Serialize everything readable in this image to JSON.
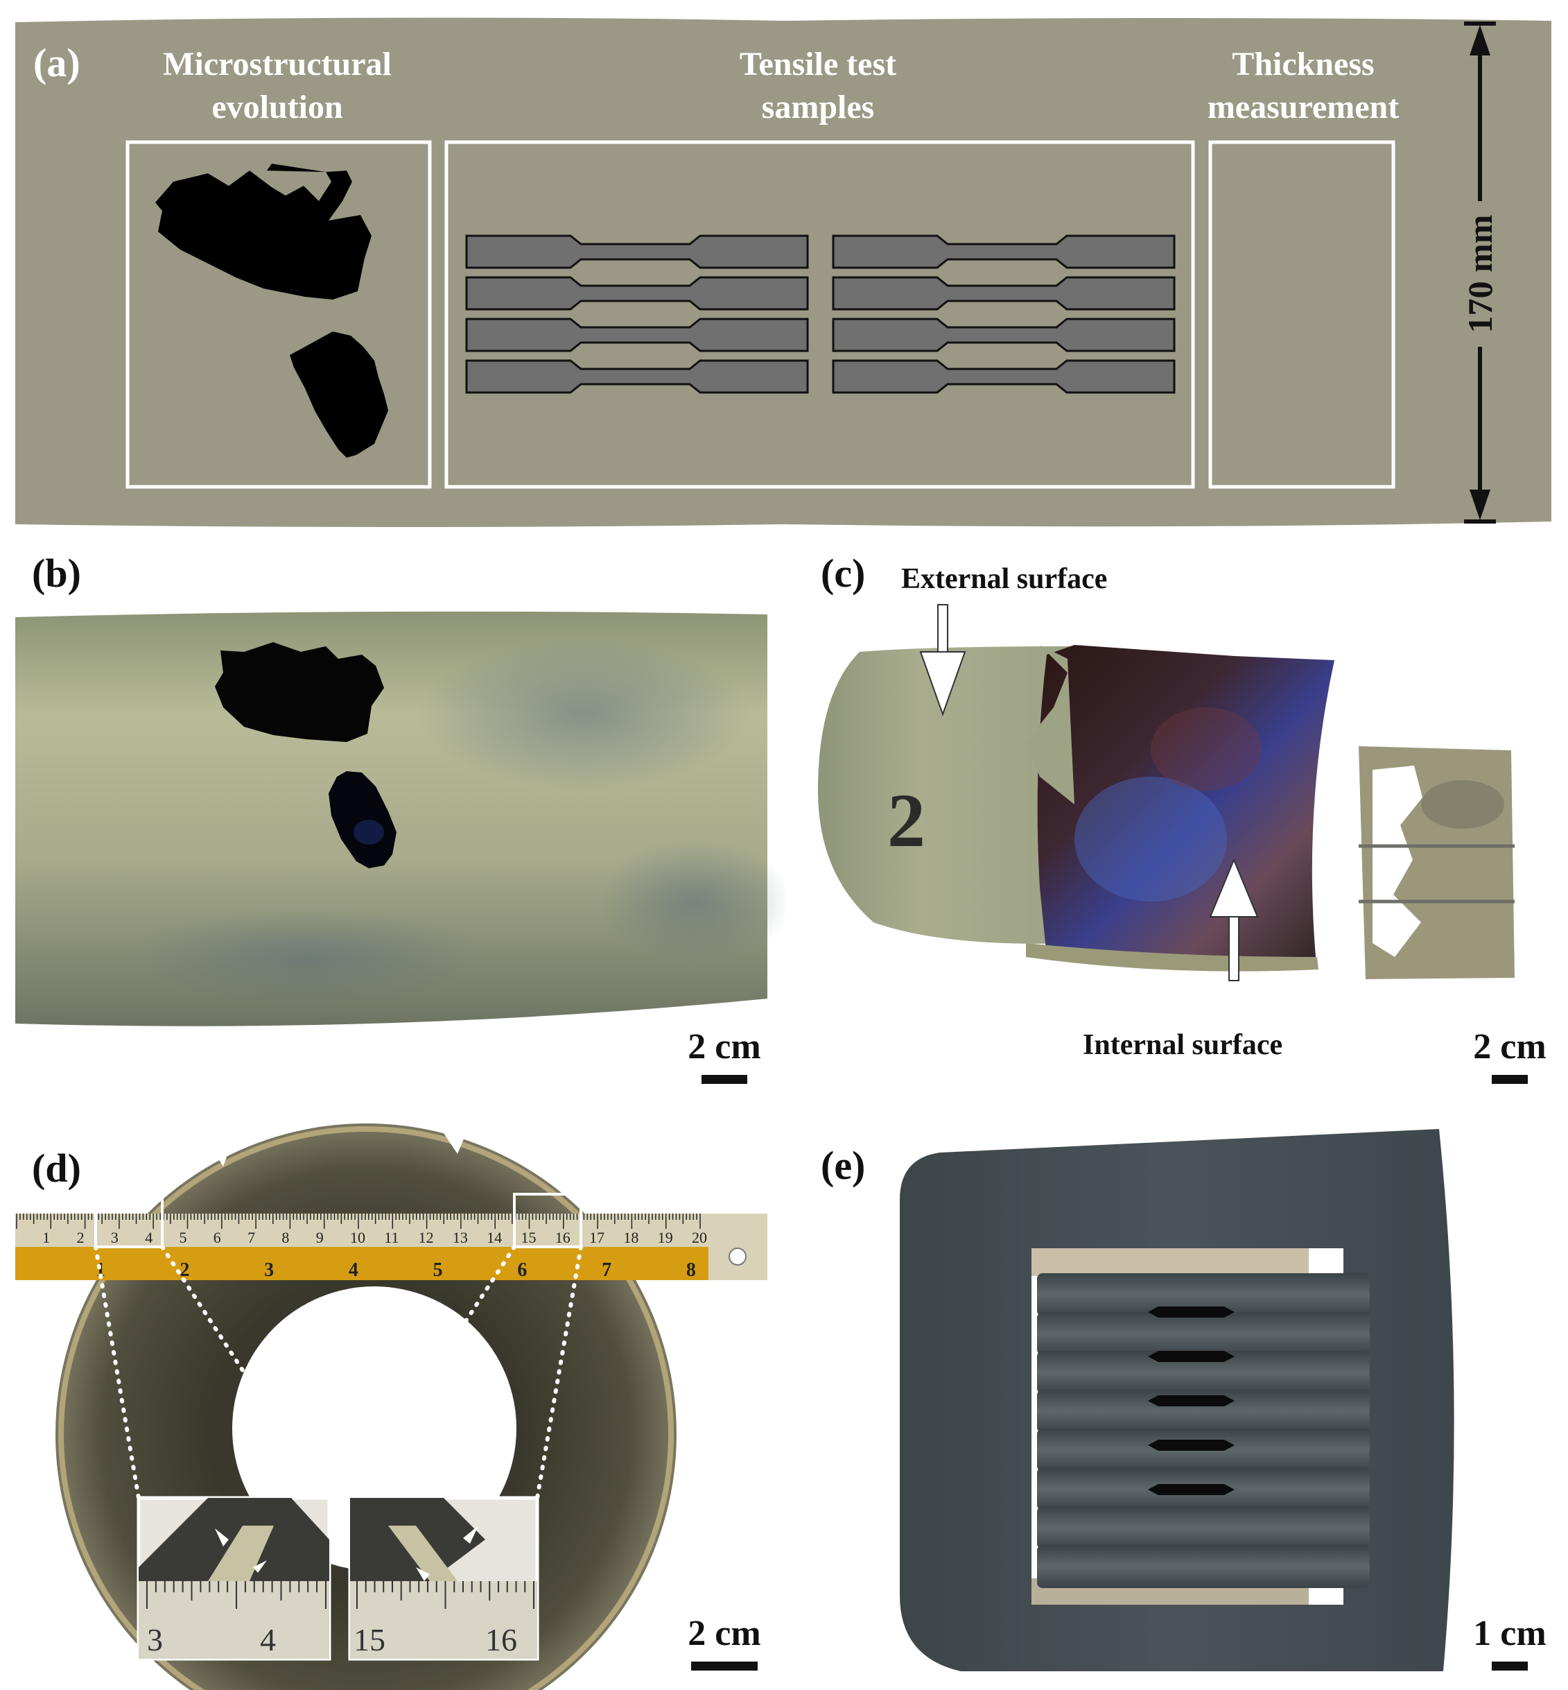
{
  "panel_a": {
    "label": "(a)",
    "headings": {
      "micro_line1": "Microstructural",
      "micro_line2": "evolution",
      "tensile_line1": "Tensile test",
      "tensile_line2": "samples",
      "thick_line1": "Thickness",
      "thick_line2": "measurement"
    },
    "dimension": "170 mm",
    "colors": {
      "background": "#9b9985",
      "sample_fill": "#707070",
      "frame": "#ffffff"
    }
  },
  "panel_b": {
    "label": "(b)",
    "scale": "2 cm"
  },
  "panel_c": {
    "label": "(c)",
    "external_label": "External surface",
    "internal_label": "Internal surface",
    "scale": "2 cm"
  },
  "panel_d": {
    "label": "(d)",
    "scale": "2 cm",
    "ruler_top_ticks": [
      "1",
      "2",
      "3",
      "4",
      "5",
      "6",
      "7",
      "8",
      "9",
      "10",
      "11",
      "12",
      "13",
      "14",
      "15",
      "16",
      "17",
      "18",
      "19",
      "20"
    ],
    "ruler_bottom_ticks": [
      "1",
      "2",
      "3",
      "4",
      "5",
      "6",
      "7",
      "8"
    ],
    "inset_left_ticks": [
      "3",
      "4"
    ],
    "inset_right_ticks": [
      "15",
      "16"
    ]
  },
  "panel_e": {
    "label": "(e)",
    "scale": "1 cm"
  }
}
